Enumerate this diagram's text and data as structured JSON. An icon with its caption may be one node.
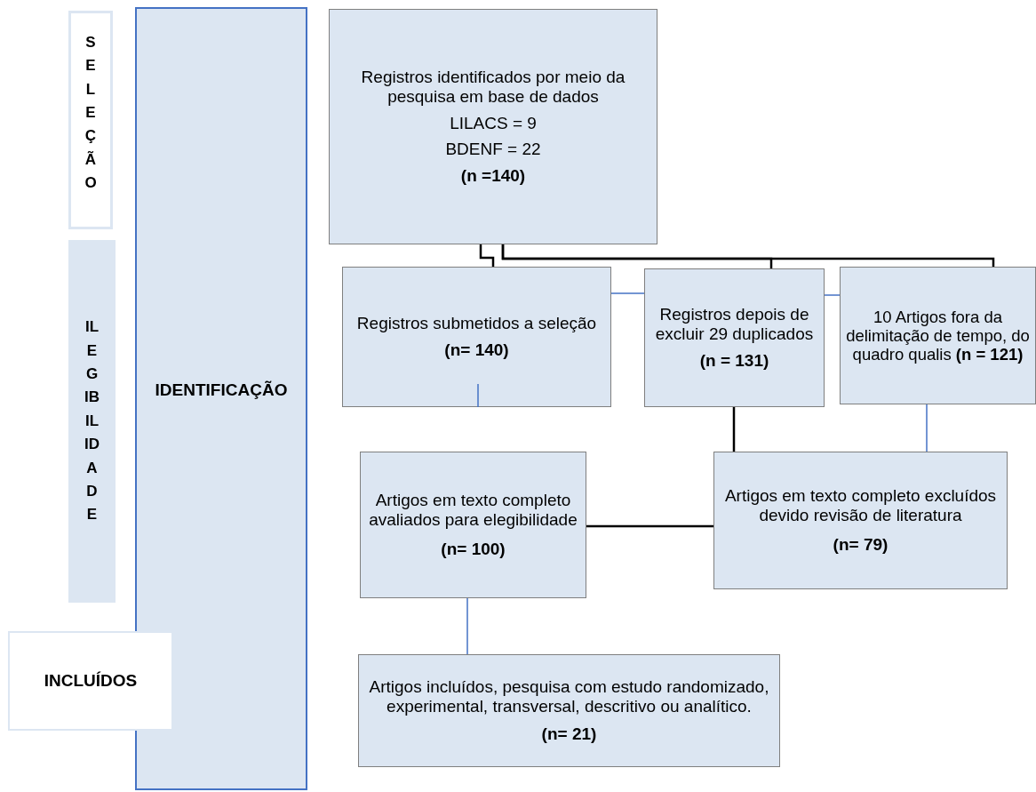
{
  "diagram": {
    "nodes": [
      {
        "text": [
          "SELEÇÃO"
        ]
      },
      {
        "text": [
          "ILEGIBILIDADE"
        ]
      },
      {
        "text": [
          "IDENTIFICAÇÃO"
        ]
      },
      {
        "text": [
          "INCLUÍDOS"
        ]
      },
      {
        "text": [
          "Registros identificados por meio da pesquisa em base de dados",
          "LILACS = 9",
          "BDENF = 22",
          "(n =140)"
        ]
      },
      {
        "text": [
          "Registros submetidos a seleção",
          "(n= 140)"
        ]
      },
      {
        "text": [
          "Registros depois de excluir 29 duplicados",
          "(n = 131)"
        ]
      },
      {
        "text": [
          "10 Artigos fora da delimitação de tempo,  do quadro qualis **(n = 121)**"
        ]
      },
      {
        "text": [
          "Artigos em texto completo avaliados para elegibilidade",
          "(n= 100)"
        ]
      },
      {
        "text": [
          "Artigos em texto completo excluídos devido  revisão de literatura",
          "(n= 79)"
        ]
      },
      {
        "text": [
          "Artigos incluídos, pesquisa com estudo randomizado, experimental, transversal, descritivo ou analítico.",
          "(n= 21)"
        ]
      }
    ],
    "edges": [
      {
        "from": 4,
        "to": 5,
        "arrow": "none"
      },
      {
        "from": 4,
        "to": 6,
        "arrow": "none"
      },
      {
        "from": 4,
        "to": 7,
        "arrow": "none"
      },
      {
        "from": 5,
        "to": 6,
        "arrow": "none",
        "color": "#4472c4"
      },
      {
        "from": 6,
        "to": 7,
        "arrow": "none",
        "color": "#4472c4"
      },
      {
        "from": 5,
        "to": null,
        "arrow": "none",
        "color": "#4472c4"
      },
      {
        "from": 7,
        "to": 9,
        "arrow": "none",
        "color": "#4472c4"
      },
      {
        "from": 6,
        "to": 9,
        "arrow": "none"
      },
      {
        "from": 8,
        "to": 9,
        "arrow": "none"
      },
      {
        "from": 8,
        "to": 10,
        "arrow": "none",
        "color": "#4472c4"
      }
    ]
  }
}
